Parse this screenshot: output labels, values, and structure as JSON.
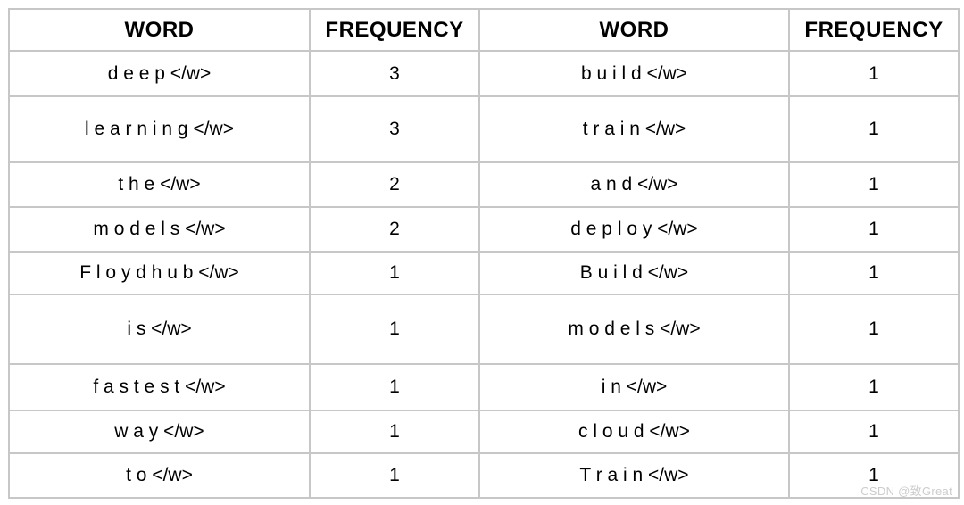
{
  "table": {
    "headers": [
      "WORD",
      "FREQUENCY",
      "WORD",
      "FREQUENCY"
    ],
    "rows": [
      [
        "d e e p </w>",
        "3",
        "b u i l d </w>",
        "1"
      ],
      [
        "l e a r n i n g </w>",
        "3",
        "t r a i n </w>",
        "1"
      ],
      [
        "t h e </w>",
        "2",
        "a n d </w>",
        "1"
      ],
      [
        "m o d e l s </w>",
        "2",
        "d e p l o y </w>",
        "1"
      ],
      [
        "F l o y d h u b </w>",
        "1",
        "B u i l d </w>",
        "1"
      ],
      [
        "i s </w>",
        "1",
        "m o d e l s </w>",
        "1"
      ],
      [
        "f a s t e s t </w>",
        "1",
        "i n </w>",
        "1"
      ],
      [
        "w a y </w>",
        "1",
        "c l o u d </w>",
        "1"
      ],
      [
        "t o </w>",
        "1",
        "T r a i n </w>",
        "1"
      ]
    ]
  },
  "chart_data": {
    "type": "table",
    "title": "",
    "columns": [
      "WORD",
      "FREQUENCY",
      "WORD",
      "FREQUENCY"
    ],
    "left_table": {
      "words": [
        "deep </w>",
        "learning </w>",
        "the </w>",
        "models </w>",
        "Floydhub </w>",
        "is </w>",
        "fastest </w>",
        "way </w>",
        "to </w>"
      ],
      "frequencies": [
        3,
        3,
        2,
        2,
        1,
        1,
        1,
        1,
        1
      ]
    },
    "right_table": {
      "words": [
        "build </w>",
        "train </w>",
        "and </w>",
        "deploy </w>",
        "Build </w>",
        "models </w>",
        "in </w>",
        "cloud </w>",
        "Train </w>"
      ],
      "frequencies": [
        1,
        1,
        1,
        1,
        1,
        1,
        1,
        1,
        1
      ]
    }
  },
  "watermark": {
    "text": "CSDN @致Great",
    "color": "#cccccc"
  },
  "colors": {
    "border": "#c7c7c7",
    "text": "#000000",
    "background": "#ffffff"
  }
}
